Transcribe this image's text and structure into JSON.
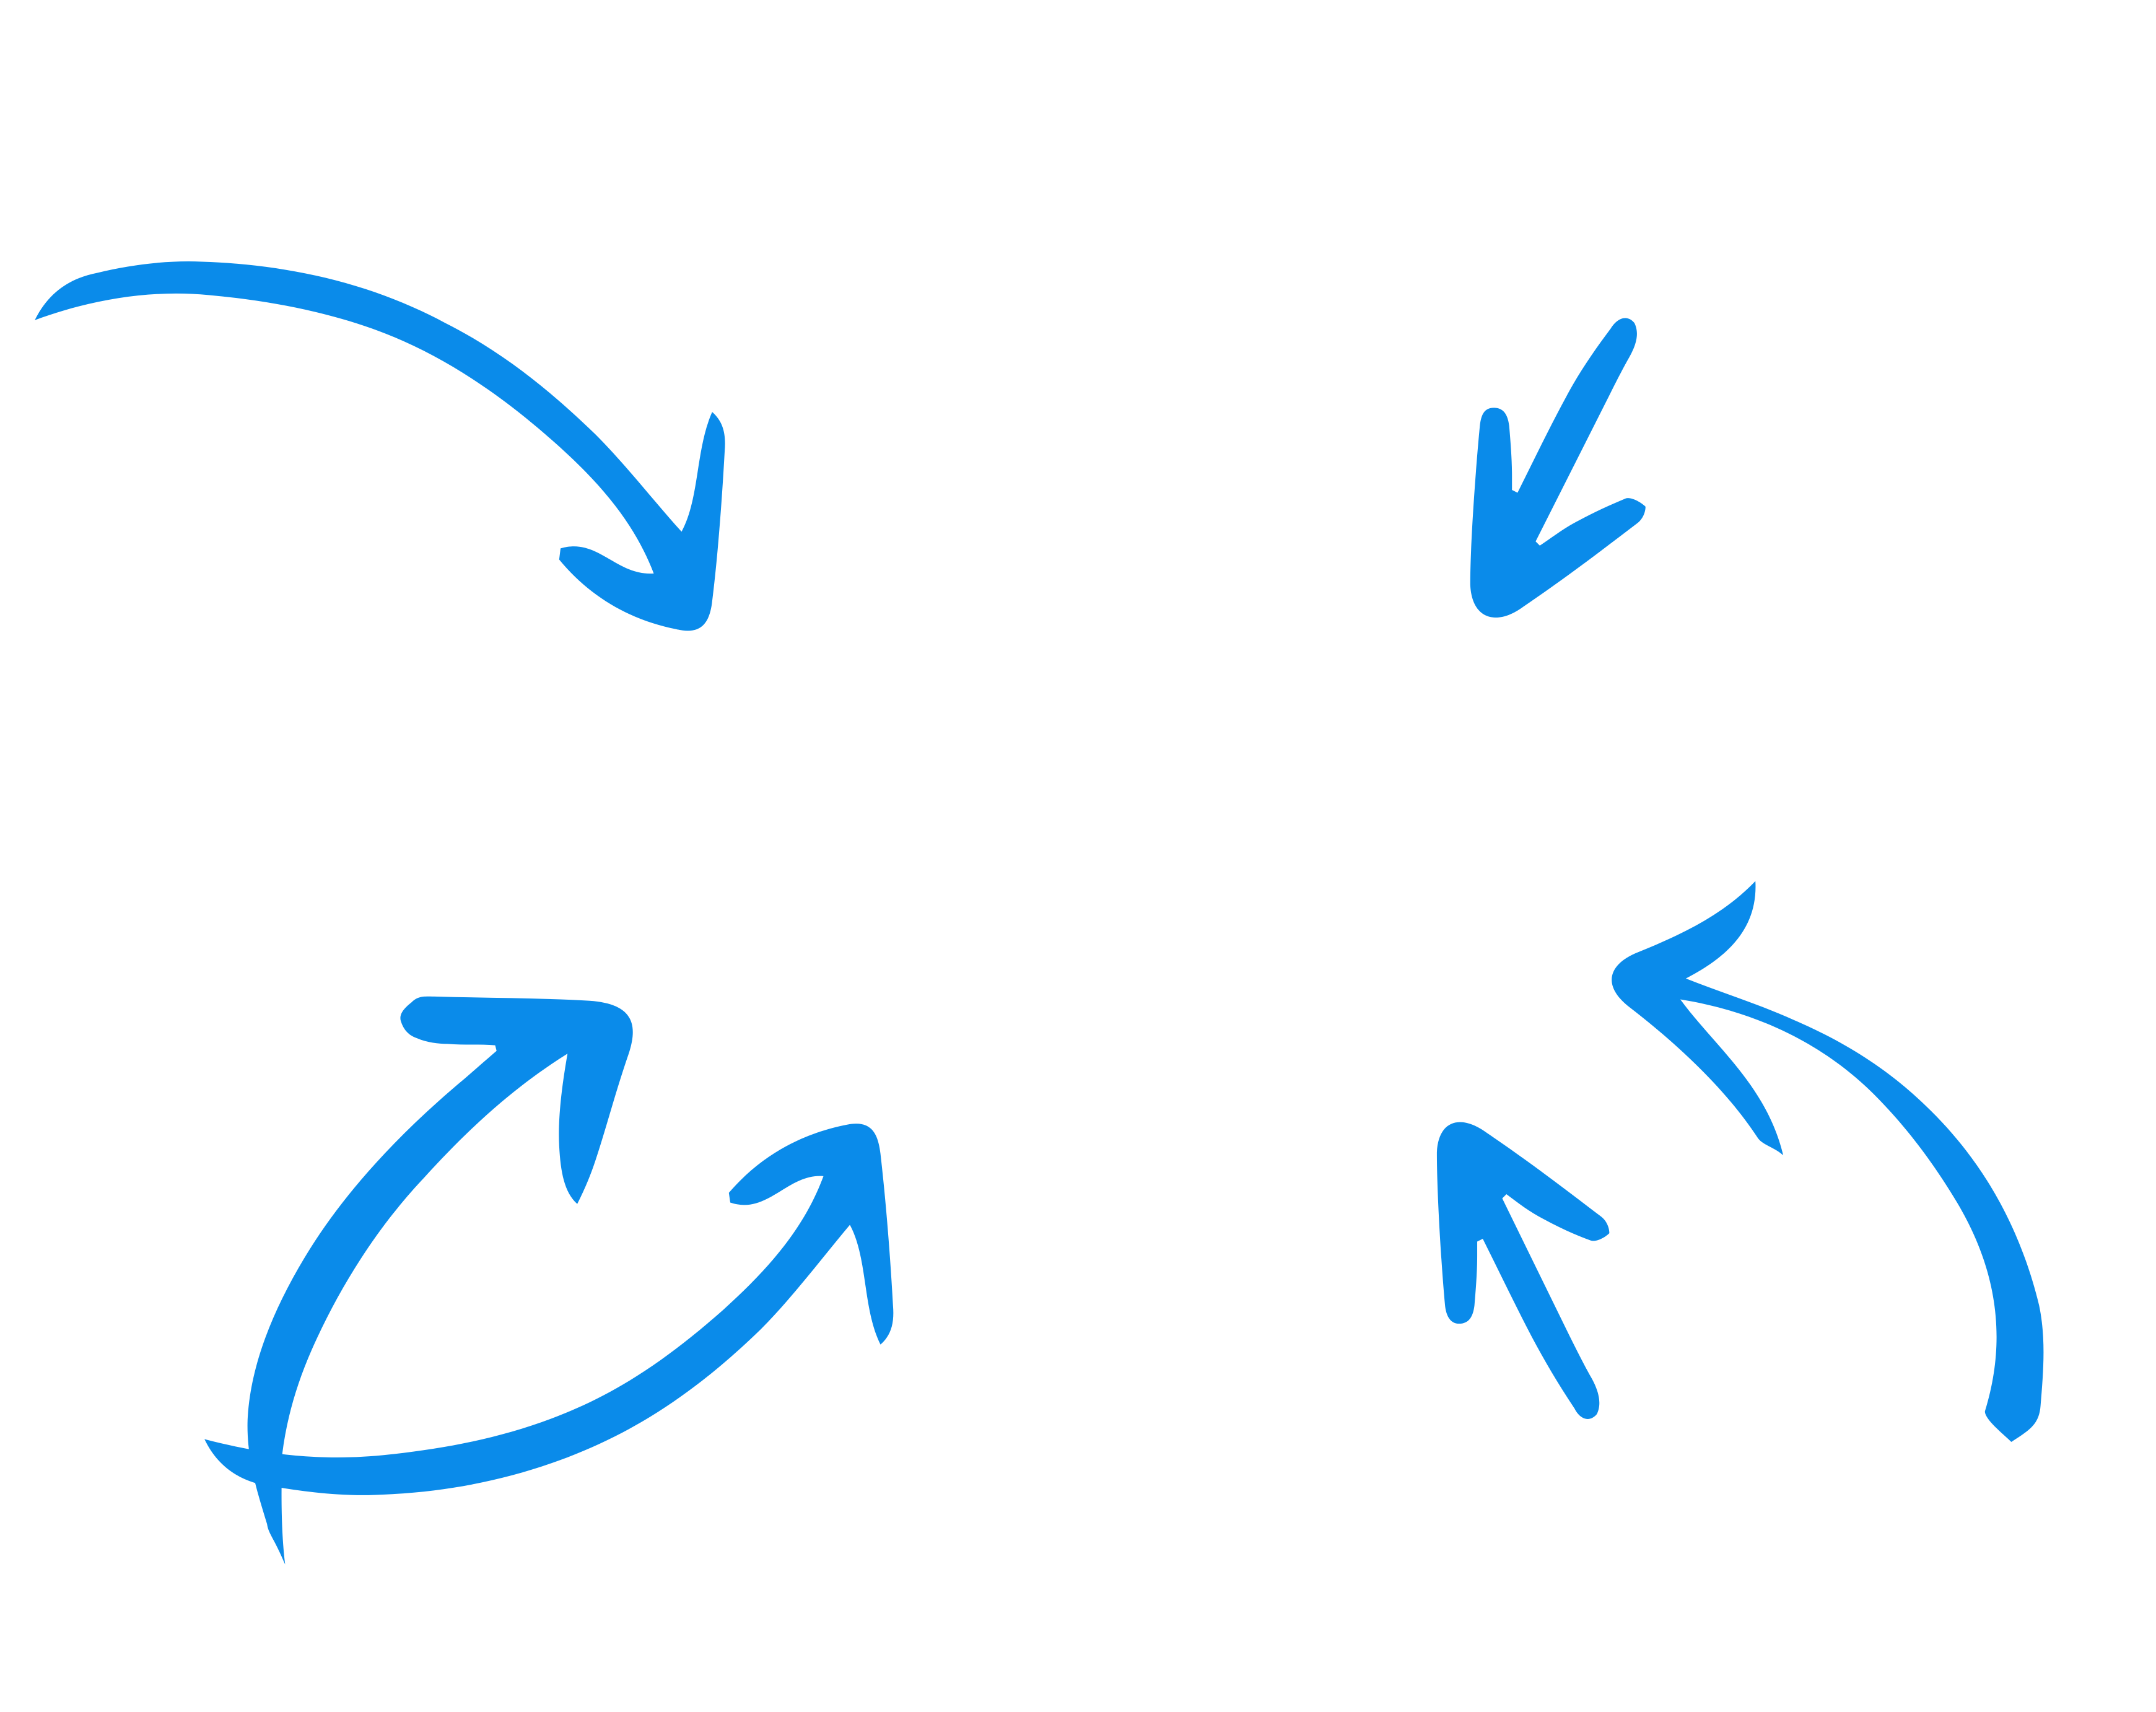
{
  "background_color": "#ffffff",
  "accent_color": "#0a8bea",
  "arrows": [
    {
      "name": "arrow-top-left",
      "icon": "curved-arrow-icon",
      "direction": "down-right"
    },
    {
      "name": "arrow-top-right",
      "icon": "straight-arrow-icon",
      "direction": "down-left"
    },
    {
      "name": "arrow-bottom-left-upper",
      "icon": "curved-arrow-icon",
      "direction": "up-right"
    },
    {
      "name": "arrow-bottom-left-lower",
      "icon": "curved-arrow-icon",
      "direction": "up-right"
    },
    {
      "name": "arrow-bottom-center-right",
      "icon": "straight-arrow-icon",
      "direction": "up-left"
    },
    {
      "name": "arrow-bottom-right",
      "icon": "curved-arrow-icon",
      "direction": "up-left"
    }
  ]
}
